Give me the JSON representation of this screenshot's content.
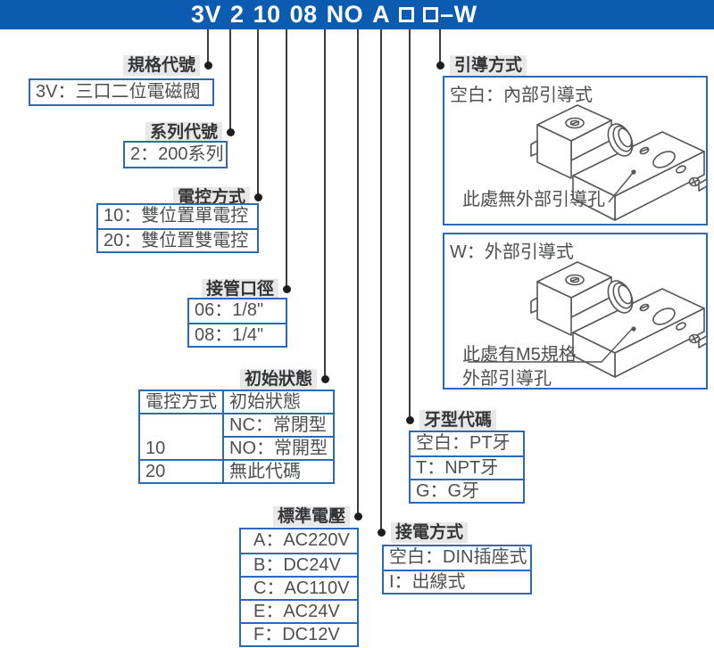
{
  "banner": {
    "segments": [
      "3V",
      "2",
      "10",
      "08",
      "NO",
      "A",
      "□",
      "□",
      "–W"
    ]
  },
  "colors": {
    "banner_blue": "#0b5cb0",
    "box_border_blue": "#2a6ab6",
    "label_gray_bg": "#e8e8e8",
    "text_gray": "#4e4f51"
  },
  "sections": {
    "spec": {
      "label": "規格代號",
      "items": [
        "3V：三口二位電磁閥"
      ]
    },
    "series": {
      "label": "系列代號",
      "items": [
        "2：200系列"
      ]
    },
    "control": {
      "label": "電控方式",
      "items": [
        "10：雙位置單電控",
        "20：雙位置雙電控"
      ]
    },
    "port": {
      "label": "接管口徑",
      "items": [
        "06：1/8\"",
        "08：1/4\""
      ]
    },
    "initial": {
      "label": "初始狀態",
      "table": {
        "col1_header": "電控方式",
        "col2_header": "初始狀態",
        "row10_code": "10",
        "row10_nc": "NC：常閉型",
        "row10_no": "NO：常開型",
        "row20_code": "20",
        "row20_value": "無此代碼"
      }
    },
    "voltage": {
      "label": "標準電壓",
      "items": [
        "A：AC220V",
        "B：DC24V",
        "C：AC110V",
        "E：AC24V",
        "F：DC12V"
      ]
    },
    "wiring": {
      "label": "接電方式",
      "items": [
        "空白：DIN插座式",
        "I：出線式"
      ]
    },
    "thread": {
      "label": "牙型代碼",
      "items": [
        "空白：PT牙",
        "T：NPT牙",
        "G：G牙"
      ]
    },
    "pilot": {
      "label": "引導方式",
      "internal": {
        "title": "空白：內部引導式",
        "caption": "此處無外部引導孔"
      },
      "external": {
        "title": "W：外部引導式",
        "caption_line1": "此處有M5規格",
        "caption_line2": "外部引導孔"
      }
    }
  }
}
